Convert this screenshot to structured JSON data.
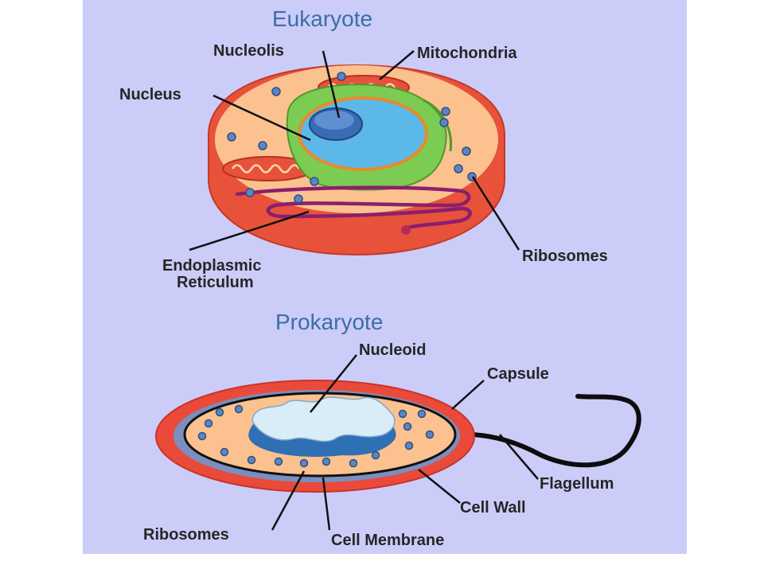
{
  "eukaryote": {
    "title": "Eukaryote",
    "labels": {
      "nucleolis": "Nucleolis",
      "mitochondria": "Mitochondria",
      "nucleus": "Nucleus",
      "er_line1": "Endoplasmic",
      "er_line2": "Reticulum",
      "ribosomes": "Ribosomes"
    }
  },
  "prokaryote": {
    "title": "Prokaryote",
    "labels": {
      "nucleoid": "Nucleoid",
      "capsule": "Capsule",
      "flagellum": "Flagellum",
      "cell_wall": "Cell Wall",
      "ribosomes": "Ribosomes",
      "cell_membrane": "Cell Membrane"
    }
  },
  "colors": {
    "background": "#ccccf9",
    "cell_membrane_red": "#e8523a",
    "cytoplasm": "#fbc18e",
    "nucleus_blue": "#5cb8e8",
    "nucleolus": "#3a6bb5",
    "golgi_green": "#7ccb52",
    "er_purple": "#8a1f6e",
    "ribosome": "#5b86c2",
    "capsule_red": "#ea4a3a",
    "cell_wall_blue": "#7a8fbf",
    "nucleoid_light": "#d9ecf7",
    "title_blue": "#3c6ea5"
  }
}
